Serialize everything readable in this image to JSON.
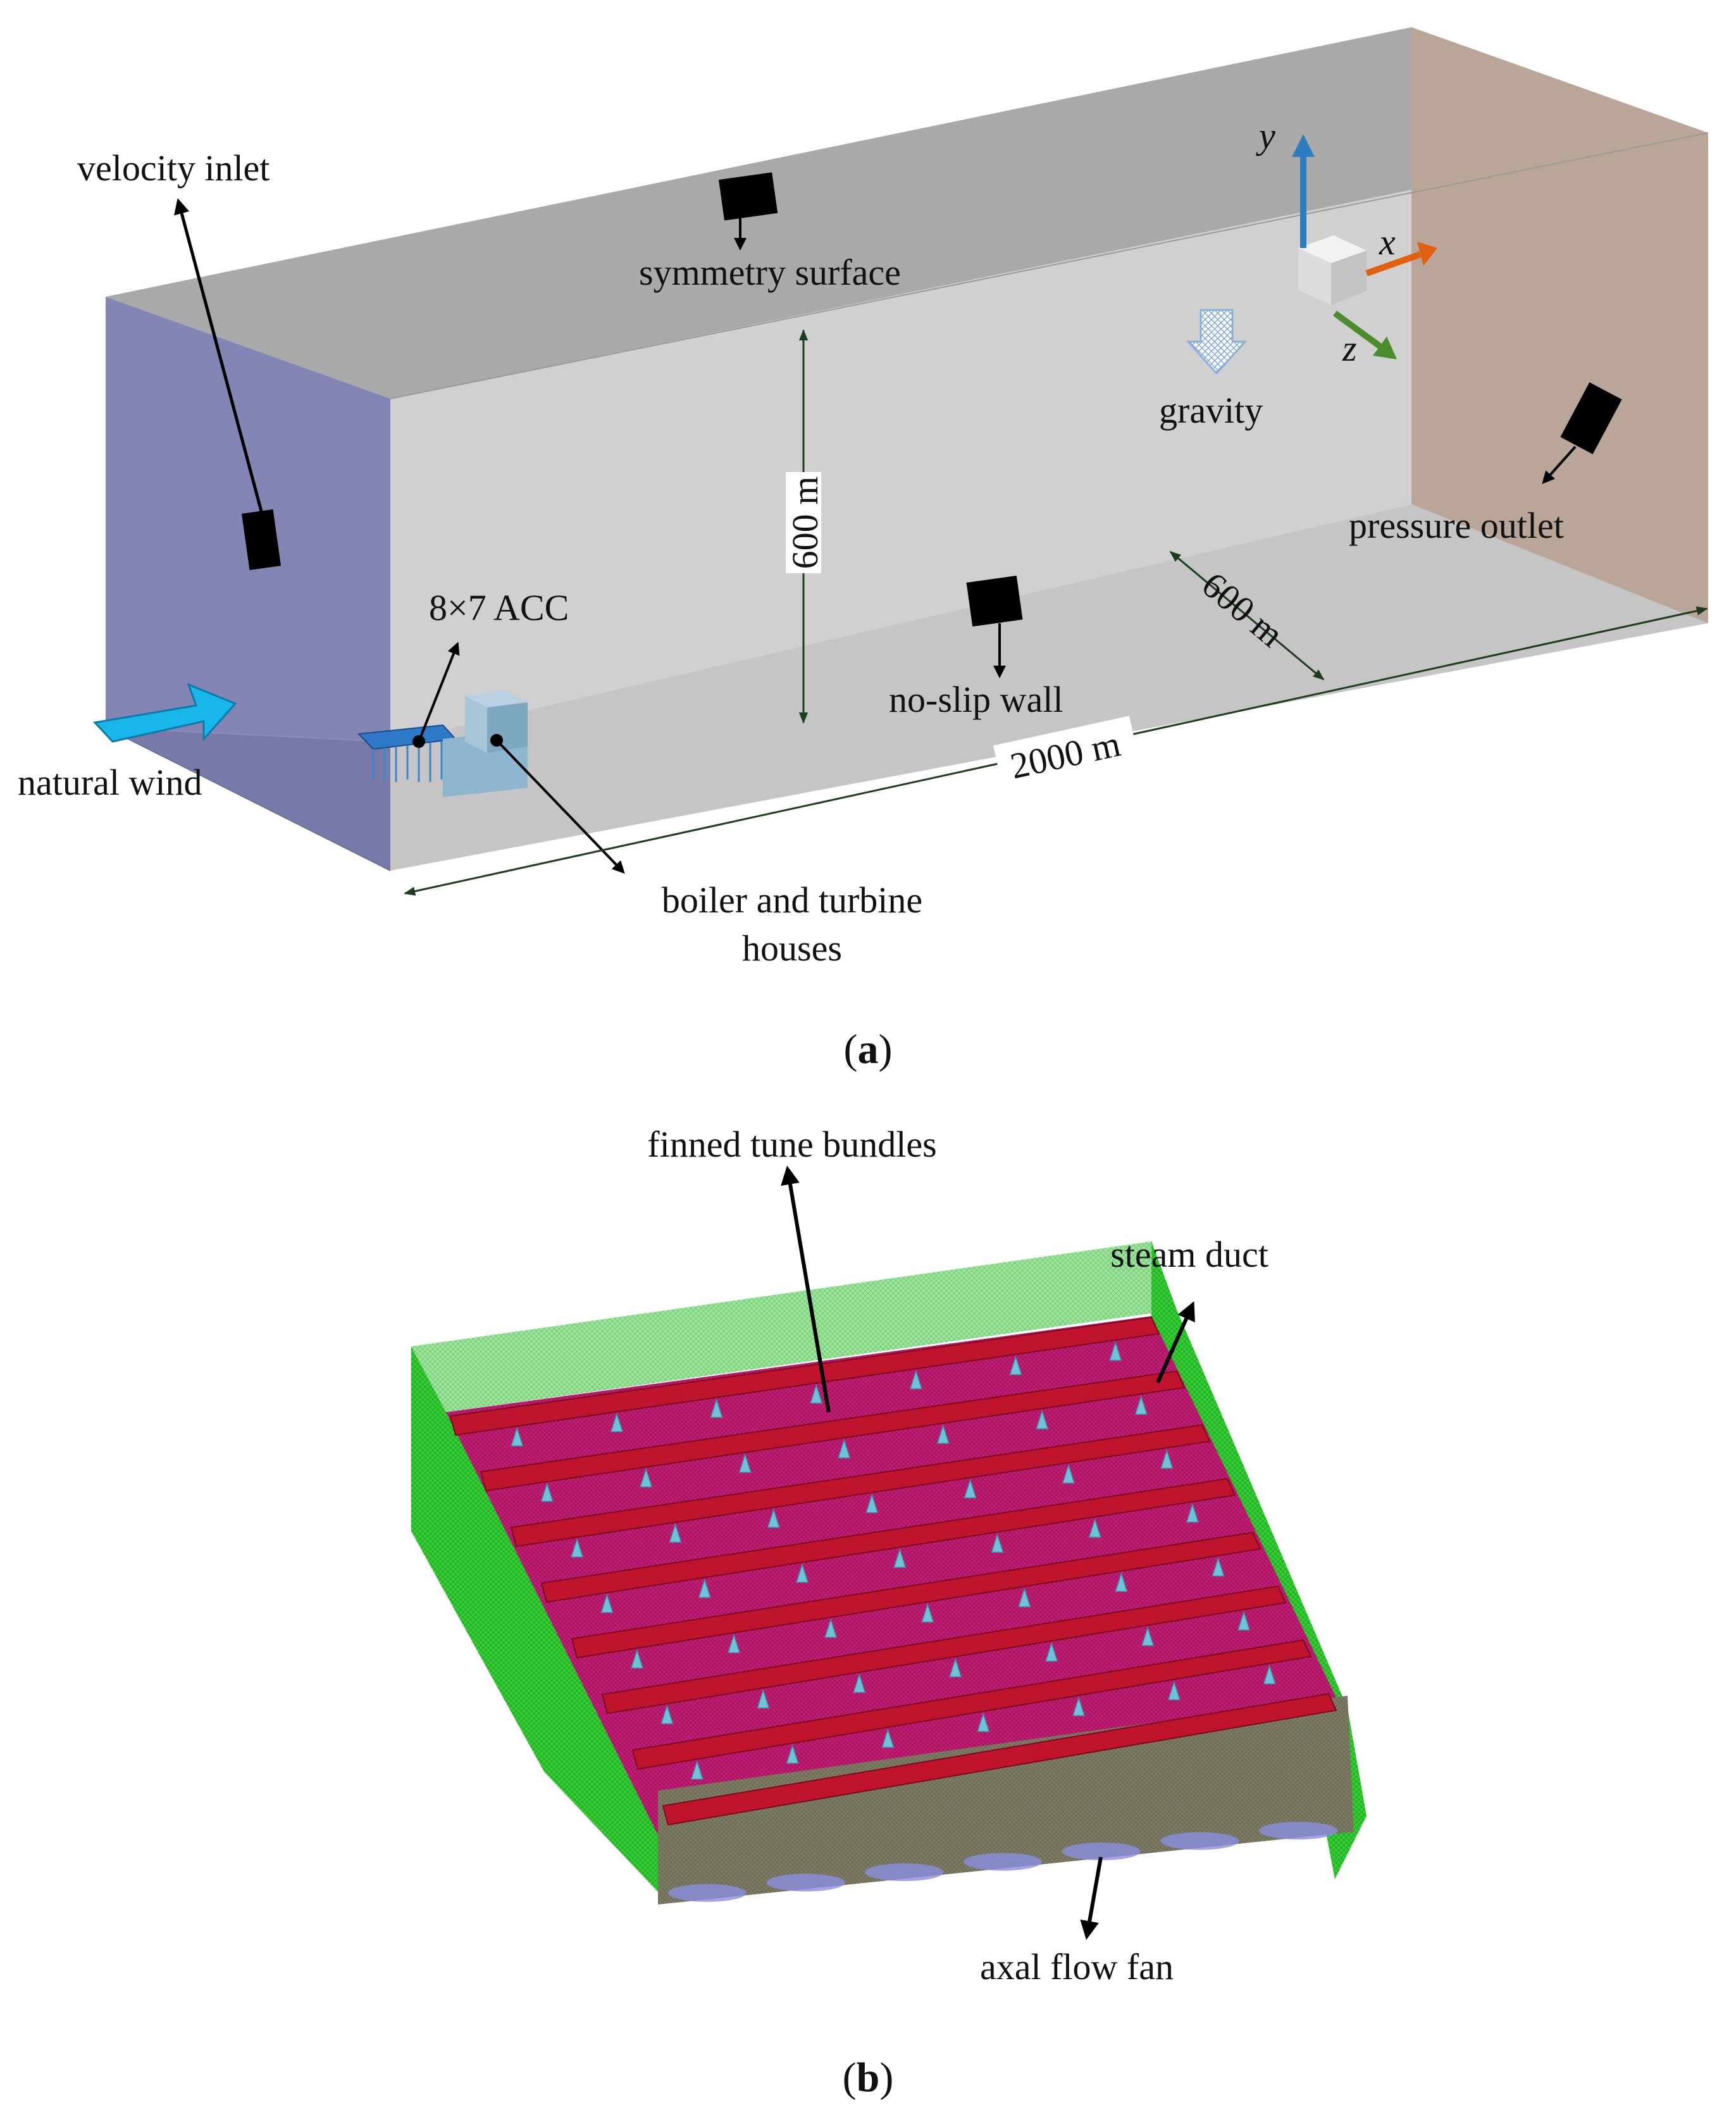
{
  "panel_a": {
    "labels": {
      "velocity_inlet": "velocity inlet",
      "symmetry_surface": "symmetry surface",
      "gravity": "gravity",
      "pressure_outlet": "pressure outlet",
      "acc": "8×7 ACC",
      "no_slip_wall": "no-slip wall",
      "natural_wind": "natural wind",
      "boiler_line1": "boiler and turbine",
      "boiler_line2": "houses"
    },
    "dimensions": {
      "height": "600 m",
      "width": "600 m",
      "length": "2000 m"
    },
    "axes": {
      "x": "x",
      "y": "y",
      "z": "z"
    },
    "caption": {
      "open": "(",
      "letter": "a",
      "close": ")"
    }
  },
  "panel_b": {
    "labels": {
      "finned_tube_bundles": "finned tune bundles",
      "steam_duct": "steam duct",
      "axial_flow_fan": "axal flow fan"
    },
    "caption": {
      "open": "(",
      "letter": "b",
      "close": ")"
    }
  },
  "colors": {
    "inlet_face": "#8787b6",
    "outlet_face": "#bba89c",
    "domain_top": "#a7a7a7",
    "domain_side": "#cfcfcf",
    "mesh_green": "#33cc33",
    "steam_duct_red": "#c0132d",
    "bundle_magenta": "#c41e74",
    "fan_cyan": "#6fc3d8",
    "axis_x": "#e06010",
    "axis_y": "#2e7cc0",
    "axis_z": "#4c8c2c",
    "wind_arrow": "#10b4e8",
    "dimension_line": "#1e3d1e"
  }
}
